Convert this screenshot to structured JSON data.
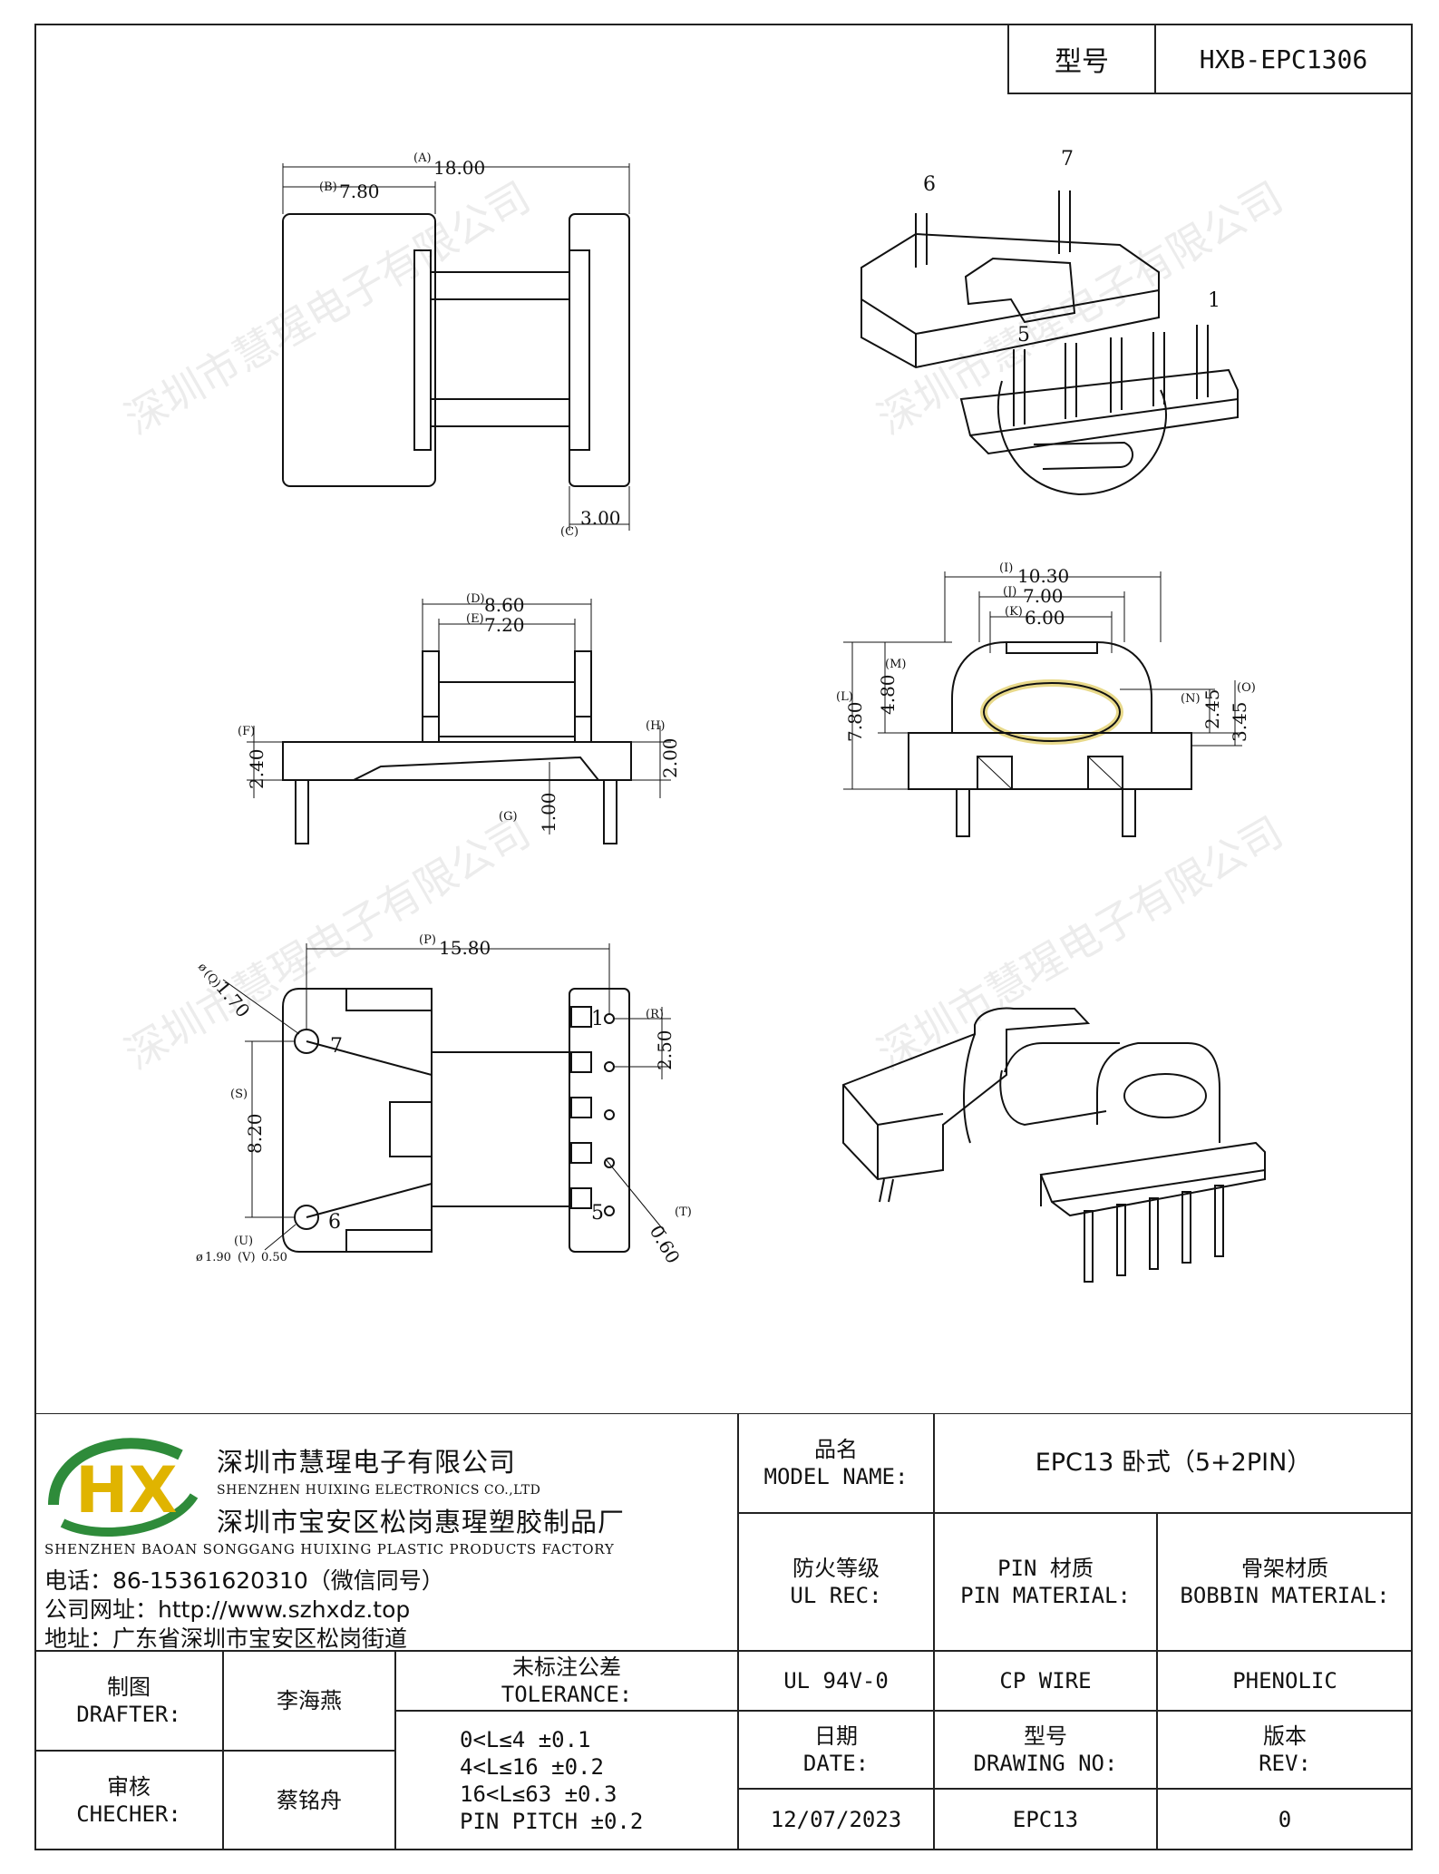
{
  "header": {
    "model_label": "型号",
    "model_value": "HXB-EPC1306"
  },
  "watermark": "深圳市慧瑆电子有限公司",
  "dimensions": {
    "A": "18.00",
    "B": "7.80",
    "C": "3.00",
    "D": "8.60",
    "E": "7.20",
    "F": "2.40",
    "H": "2.00",
    "G": "1.00",
    "I": "10.30",
    "J": "7.00",
    "K": "6.00",
    "L": "7.80",
    "M": "4.80",
    "N": "2.45",
    "O": "3.45",
    "P": "15.80",
    "R": "2.50",
    "S": "8.20",
    "T": "0.60",
    "Q": "1.70",
    "U": "1.90",
    "V": "0.50"
  },
  "dim_letters": {
    "A": "(A)",
    "B": "(B)",
    "C": "(C)",
    "D": "(D)",
    "E": "(E)",
    "F": "(F)",
    "G": "(G)",
    "H": "(H)",
    "I": "(I)",
    "J": "(J)",
    "K": "(K)",
    "L": "(L)",
    "M": "(M)",
    "N": "(N)",
    "O": "(O)",
    "P": "(P)",
    "R": "(R)",
    "S": "(S)",
    "T": "(T)",
    "Q": "(Q)",
    "U": "(U)",
    "V": "(V)"
  },
  "pin_labels": {
    "p1": "1",
    "p5": "5",
    "p6": "6",
    "p7": "7"
  },
  "dia_prefix": "ø",
  "company": {
    "name_cn": "深圳市慧瑆电子有限公司",
    "name_en": "SHENZHEN HUIXING ELECTRONICS CO.,LTD",
    "factory_cn": "深圳市宝安区松岗惠瑆塑胶制品厂",
    "factory_en": "SHENZHEN BAOAN SONGGANG HUIXING PLASTIC PRODUCTS FACTORY",
    "phone": "电话：86-15361620310（微信同号）",
    "website": "公司网址：http://www.szhxdz.top",
    "address": "地址：广东省深圳市宝安区松岗街道",
    "logo_text": "HX"
  },
  "title_block": {
    "model_name_cn": "品名",
    "model_name_en": "MODEL NAME:",
    "model_name_value": "EPC13 卧式（5+2PIN）",
    "ul_cn": "防火等级",
    "ul_en": "UL REC:",
    "pin_mat_cn": "PIN 材质",
    "pin_mat_en": "PIN MATERIAL:",
    "bobbin_cn": "骨架材质",
    "bobbin_en": "BOBBIN MATERIAL:",
    "ul_value": "UL 94V-0",
    "pin_value": "CP WIRE",
    "bobbin_value": "PHENOLIC",
    "drafter_cn": "制图",
    "drafter_en": "DRAFTER:",
    "drafter_name": "李海燕",
    "checker_cn": "审核",
    "checker_en": "CHECHER:",
    "checker_name": "蔡铭舟",
    "tol_cn": "未标注公差",
    "tol_en": "TOLERANCE:",
    "tol_lines": [
      "0<L≤4  ±0.1",
      "4<L≤16 ±0.2",
      "16<L≤63 ±0.3",
      "PIN PITCH ±0.2"
    ],
    "date_cn": "日期",
    "date_en": "DATE:",
    "date_value": "12/07/2023",
    "dwg_cn": "型号",
    "dwg_en": "DRAWING NO:",
    "dwg_value": "EPC13",
    "rev_cn": "版本",
    "rev_en": "REV:",
    "rev_value": "0"
  }
}
